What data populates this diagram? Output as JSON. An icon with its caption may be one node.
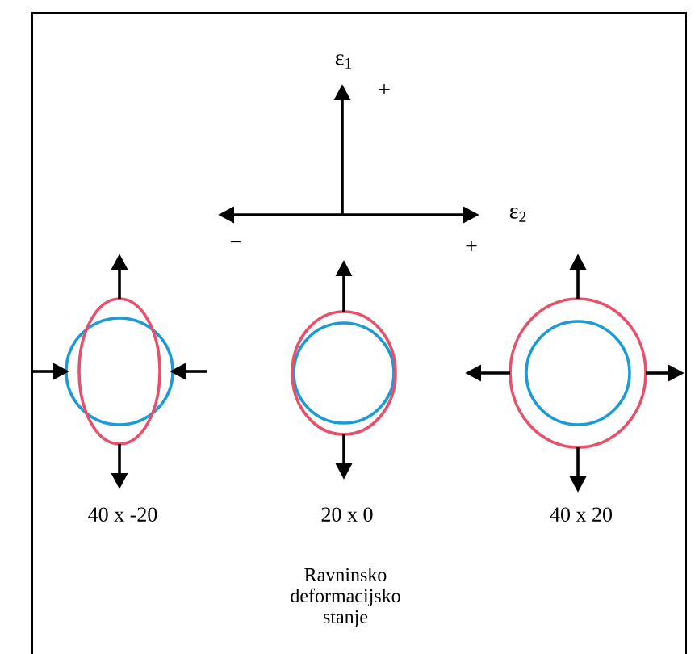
{
  "diagram": {
    "nodes": [
      {
        "text": [],
        "shape": "circle",
        "beside": [
          "40 x -20"
        ]
      },
      {
        "text": [],
        "shape": "circle",
        "beside": [
          "20 x 0"
        ]
      },
      {
        "text": [],
        "shape": "circle",
        "beside": [
          "40 x 20"
        ]
      }
    ],
    "labels": [
      "ε$_{1}$",
      "+",
      "ε$_{2}$",
      "–",
      "+",
      "Ravninsko deformacijsko stanje"
    ]
  }
}
